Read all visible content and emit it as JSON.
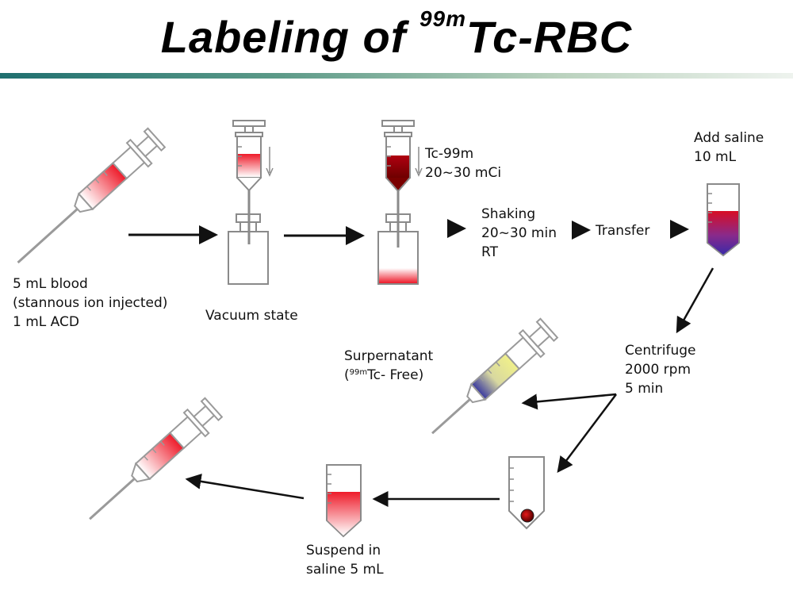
{
  "title": {
    "main": "Labeling of ",
    "superscript": "99m",
    "rest": "Tc-RBC"
  },
  "labels": {
    "blood": [
      "5 mL blood",
      "(stannous ion injected)",
      "1 mL ACD"
    ],
    "vacuum": "Vacuum state",
    "tc": [
      "Tc-99m",
      "20~30 mCi"
    ],
    "shaking": [
      "Shaking",
      "20~30 min",
      "RT"
    ],
    "transfer": "Transfer",
    "add_saline": [
      "Add saline",
      "10 mL"
    ],
    "centrifuge": [
      "Centrifuge",
      "2000 rpm",
      "5 min"
    ],
    "surnatant": {
      "line1": "Surpernatant",
      "open": "(",
      "sup": "99m",
      "rest": "Tc- Free)"
    },
    "suspend": [
      "Suspend in",
      "saline 5 mL"
    ]
  },
  "colors": {
    "blood_red": "#e8121f",
    "dark_red": "#9b0000",
    "purple": "#4a2aa0",
    "yellow": "#ecec7a",
    "outline": "#8a8a8a"
  }
}
